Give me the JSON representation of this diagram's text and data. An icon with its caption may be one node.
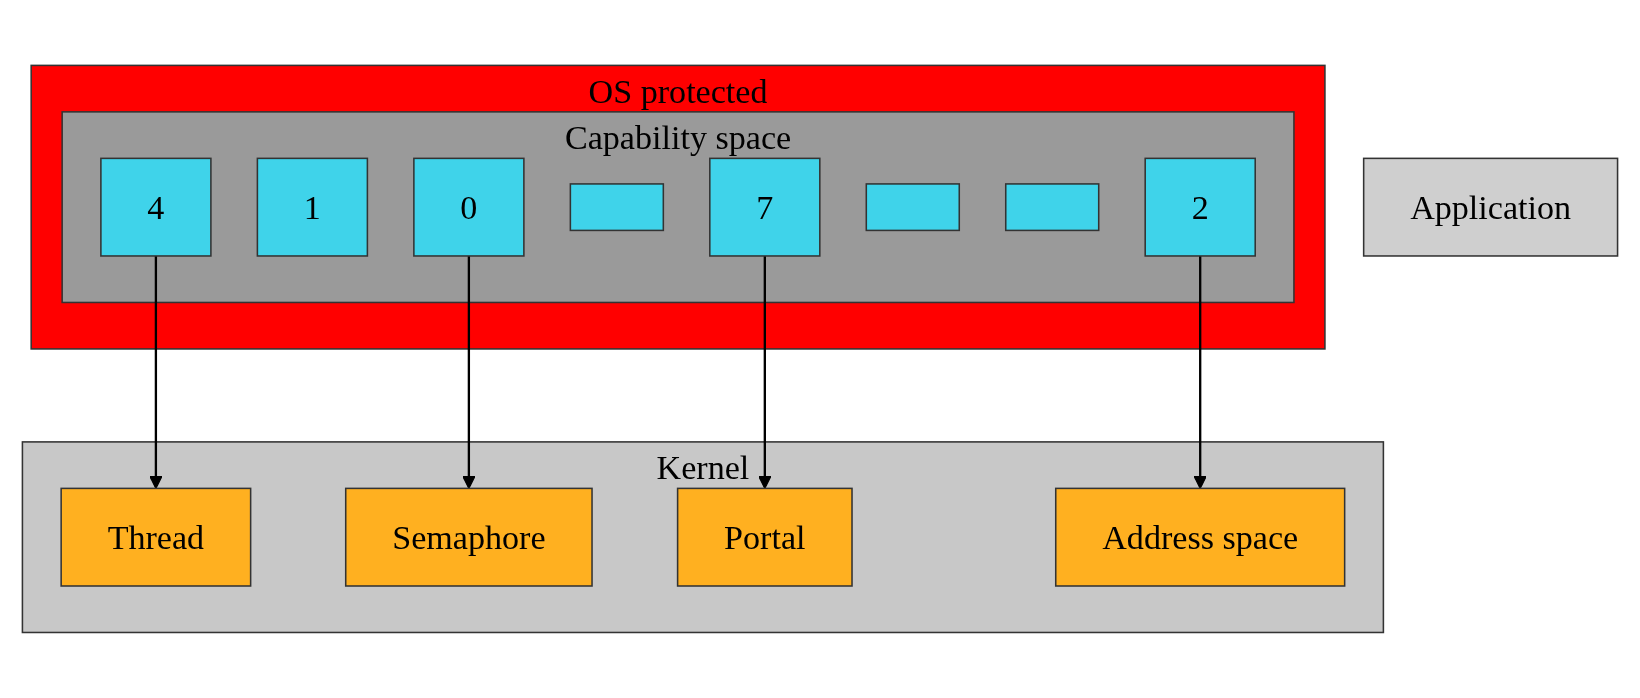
{
  "diagram": {
    "nodes": [
      {
        "text": [
          "Application"
        ]
      },
      {
        "text": [
          "OS protected"
        ]
      },
      {
        "text": [
          "Capability space"
        ],
        "in": 1
      },
      {
        "text": [
          "0"
        ],
        "in": 2
      },
      {
        "text": [
          "1"
        ],
        "in": 2
      },
      {
        "text": [
          "2"
        ],
        "in": 2
      },
      {
        "text": [],
        "shape": "box",
        "in": 2
      },
      {
        "text": [
          "4"
        ],
        "in": 2
      },
      {
        "text": [],
        "shape": "box",
        "in": 2
      },
      {
        "text": [],
        "shape": "box",
        "in": 2
      },
      {
        "text": [
          "7"
        ],
        "in": 2
      },
      {
        "text": [
          "Kernel"
        ]
      },
      {
        "text": [
          "Thread"
        ],
        "in": 11
      },
      {
        "text": [
          "Semaphore"
        ],
        "in": 11
      },
      {
        "text": [
          "Portal"
        ],
        "in": 11
      },
      {
        "text": [
          "Address space"
        ],
        "in": 11
      }
    ],
    "edges": [
      {
        "from": 7,
        "to": 12,
        "arrow": "to"
      },
      {
        "from": 3,
        "to": 13,
        "arrow": "to"
      },
      {
        "from": 10,
        "to": 14,
        "arrow": "to"
      },
      {
        "from": 5,
        "to": 15,
        "arrow": "to"
      }
    ]
  }
}
